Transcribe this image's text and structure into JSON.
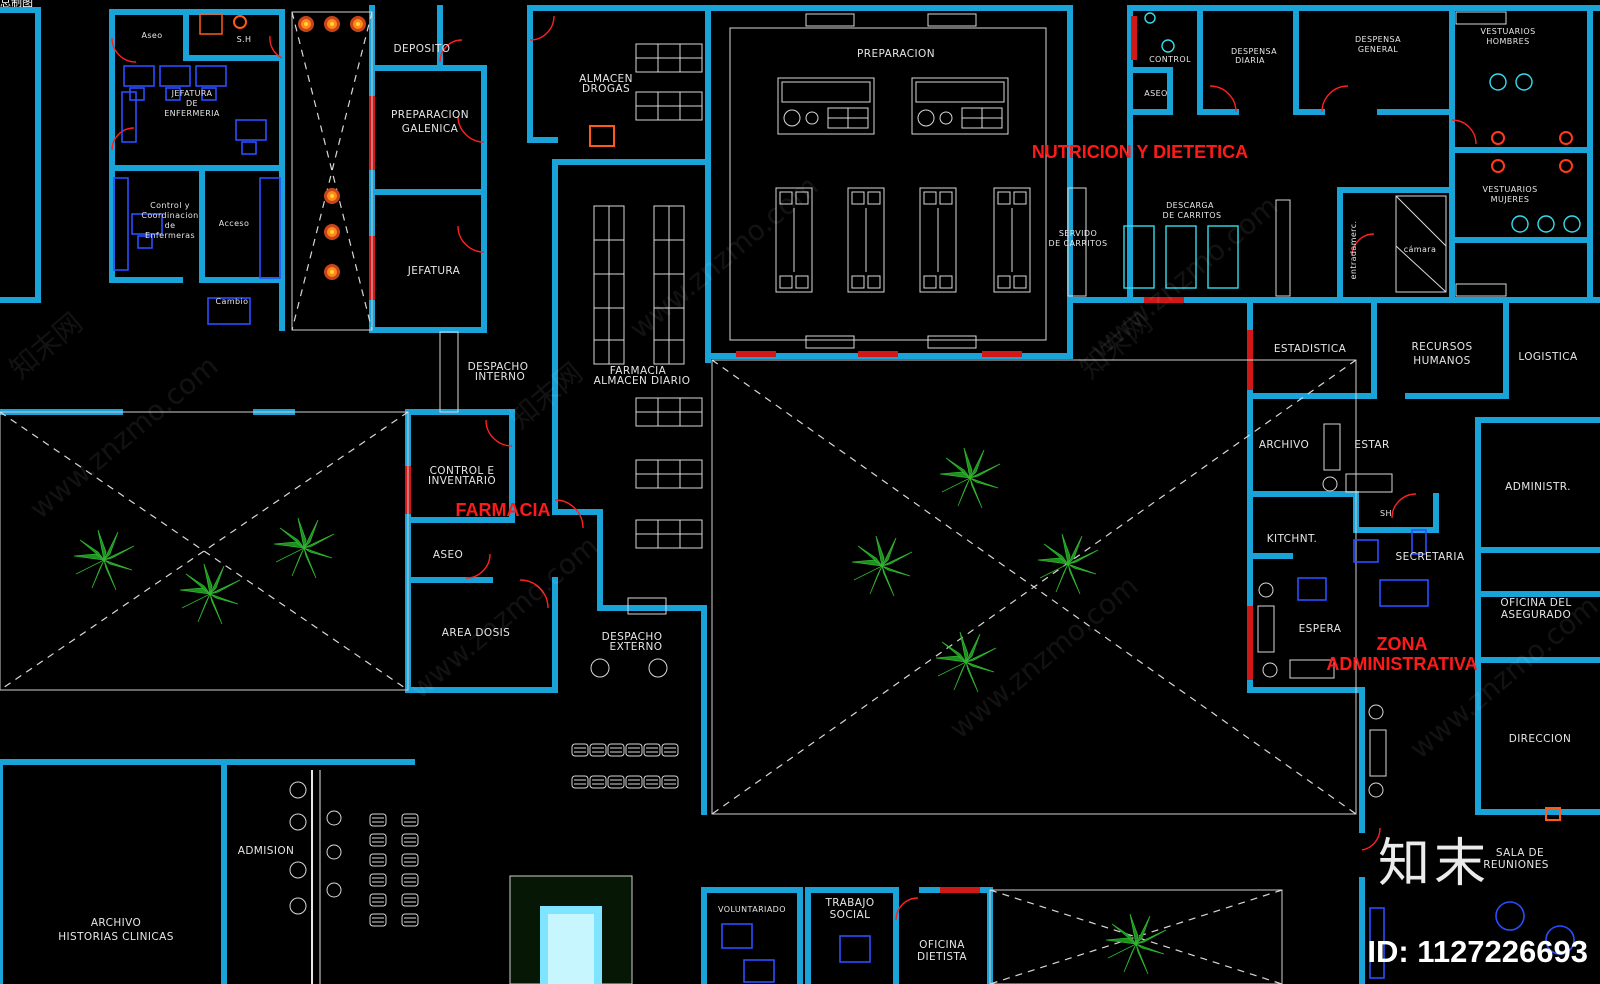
{
  "corner_tag": "总制图",
  "zones": {
    "nutricion": "NUTRICION Y DIETETICA",
    "farmacia": "FARMACIA",
    "administrativa_1": "ZONA",
    "administrativa_2": "ADMINISTRATIVA"
  },
  "rooms": {
    "aseo_top": "Aseo",
    "sh_top": "S.H",
    "jefatura_enf_1": "JEFATURA",
    "jefatura_enf_2": "DE",
    "jefatura_enf_3": "ENFERMERIA",
    "control_enf_1": "Control y",
    "control_enf_2": "Coordinacion",
    "control_enf_3": "de",
    "control_enf_4": "Enfermeras",
    "acceso": "Acceso",
    "cambio": "Cambio",
    "deposito": "DEPOSITO",
    "prep_galenica_1": "PREPARACION",
    "prep_galenica_2": "GALENICA",
    "jefatura": "JEFATURA",
    "almacen_drogas_1": "ALMACEN",
    "almacen_drogas_2": "DROGAS",
    "preparacion": "PREPARACION",
    "farmacia_almacen_1": "FARMACIA",
    "farmacia_almacen_2": "ALMACEN DIARIO",
    "despacho_interno_1": "DESPACHO",
    "despacho_interno_2": "INTERNO",
    "control_inv_1": "CONTROL E",
    "control_inv_2": "INVENTARIO",
    "aseo_farm": "ASEO",
    "area_dosis": "AREA DOSIS",
    "despacho_ext_1": "DESPACHO",
    "despacho_ext_2": "EXTERNO",
    "servido_1": "SERVIDO",
    "servido_2": "DE CARRITOS",
    "descarga_1": "DESCARGA",
    "descarga_2": "DE CARRITOS",
    "control_r": "CONTROL",
    "aseo_r": "ASEO",
    "despensa_diaria_1": "DESPENSA",
    "despensa_diaria_2": "DIARIA",
    "despensa_general_1": "DESPENSA",
    "despensa_general_2": "GENERAL",
    "vest_hombres_1": "VESTUARIOS",
    "vest_hombres_2": "HOMBRES",
    "vest_mujeres_1": "VESTUARIOS",
    "vest_mujeres_2": "MUJERES",
    "entradamercancias": "entradamerc.",
    "camara": "cámara",
    "estadistica": "ESTADISTICA",
    "rrhh_1": "RECURSOS",
    "rrhh_2": "HUMANOS",
    "logistica": "LOGISTICA",
    "archivo": "ARCHIVO",
    "estar": "ESTAR",
    "sh_admin": "SH",
    "administr": "ADMINISTR.",
    "kitchnt": "KITCHNT.",
    "secretaria": "SECRETARIA",
    "oficina_asegurado_1": "OFICINA DEL",
    "oficina_asegurado_2": "ASEGURADO",
    "espera": "ESPERA",
    "direccion": "DIRECCION",
    "sala_reuniones_1": "SALA DE",
    "sala_reuniones_2": "REUNIONES",
    "admision": "ADMISION",
    "archivo_hc_1": "ARCHIVO",
    "archivo_hc_2": "HISTORIAS CLINICAS",
    "voluntariado": "VOLUNTARIADO",
    "trabajo_social_1": "TRABAJO",
    "trabajo_social_2": "SOCIAL",
    "oficina_dietista_1": "OFICINA",
    "oficina_dietista_2": "DIETISTA"
  },
  "watermark": {
    "site": "www.znzmo.com",
    "site_cn": "知末网",
    "logo": "知末",
    "id": "ID: 1127226693"
  },
  "colors": {
    "background": "#000000",
    "wall": "#1aa3d9",
    "zone_label": "#ff1a1a",
    "door": "#ff2020",
    "furniture_blue": "#2a4dff",
    "fixture_cyan": "#33ddee",
    "plant": "#1f8f1f",
    "pool": "#7fe4ff"
  }
}
